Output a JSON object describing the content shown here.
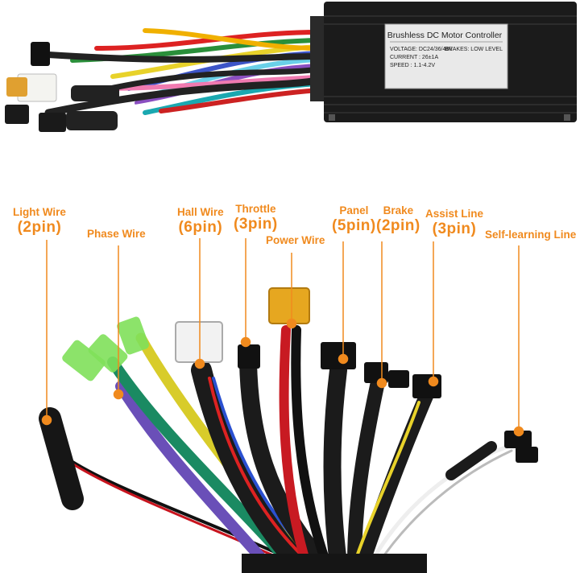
{
  "controller": {
    "title": "Brushless DC Motor Controller",
    "voltage": "VOLTAGE: DC24/36/48V",
    "brakes": "BRAKES: LOW LEVEL",
    "current": "CURRENT : 26±1A",
    "speed": "SPEED : 1.1-4.2V"
  },
  "labels": {
    "light_wire": {
      "name": "Light Wire",
      "pins": "(2pin)"
    },
    "phase_wire": {
      "name": "Phase Wire"
    },
    "hall_wire": {
      "name": "Hall Wire",
      "pins": "(6pin)"
    },
    "throttle": {
      "name": "Throttle",
      "pins": "(3pin)"
    },
    "power_wire": {
      "name": "Power Wire"
    },
    "panel": {
      "name": "Panel",
      "pins": "(5pin)"
    },
    "brake": {
      "name": "Brake",
      "pins": "(2pin)"
    },
    "assist_line": {
      "name": "Assist Line",
      "pins": "(3pin)"
    },
    "self_learning_line": {
      "name": "Self-learning Line"
    }
  },
  "colors": {
    "accent": "#f08a1e",
    "housing": "#1b1b1b"
  }
}
